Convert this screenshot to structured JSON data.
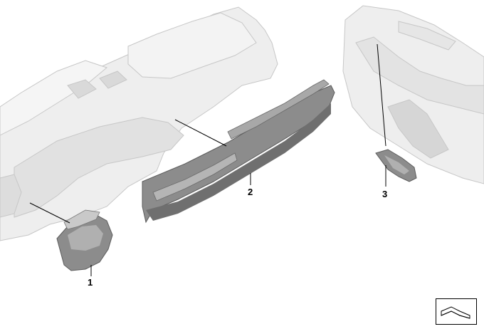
{
  "callouts": [
    {
      "id": "1",
      "label": "1"
    },
    {
      "id": "2",
      "label": "2"
    },
    {
      "id": "3",
      "label": "3"
    }
  ],
  "icons": {
    "corner_logo": "car-silhouette-icon"
  },
  "colors": {
    "panel_light": "#eeeeee",
    "panel_outline": "#c9c9c9",
    "trim_dark": "#8c8c8c",
    "trim_shadow": "#6f6f6f",
    "leader_line": "#000000"
  }
}
